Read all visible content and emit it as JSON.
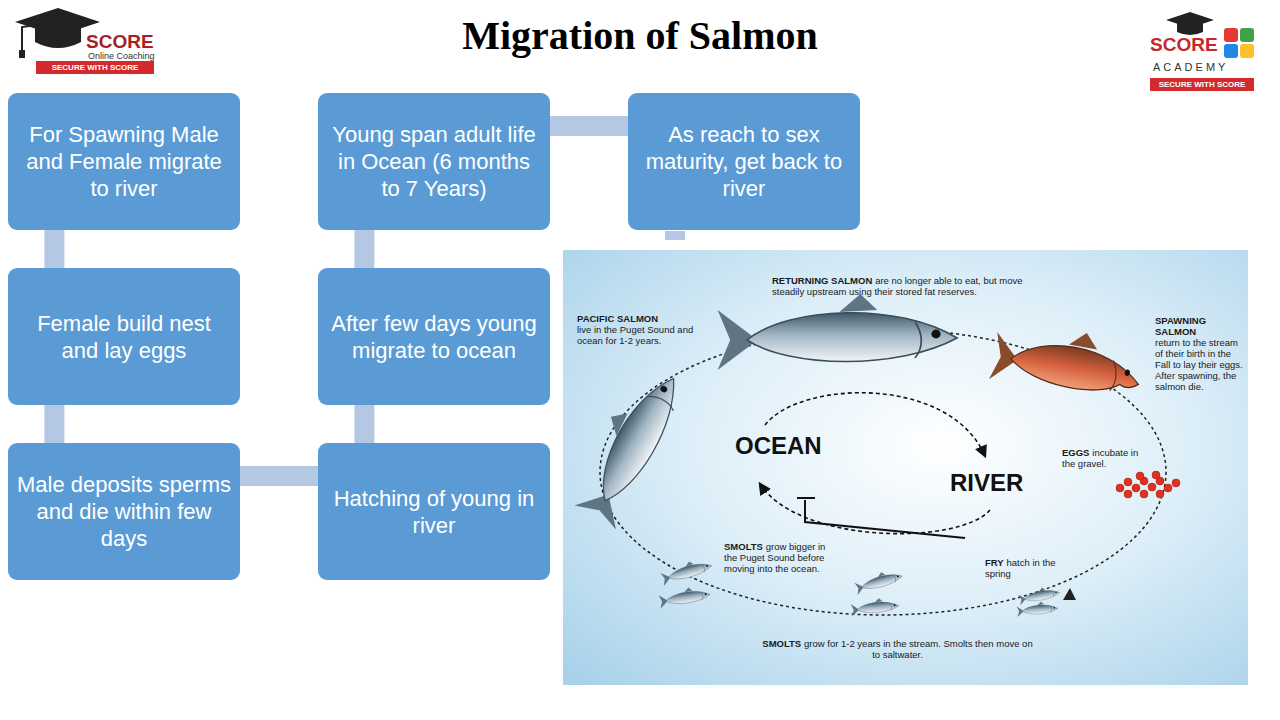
{
  "diagram": {
    "title": "Migration of Salmon",
    "nodes": [
      {
        "text": [
          "For Spawning Male and Female migrate to river"
        ]
      },
      {
        "text": [
          "Female build nest and lay eggs"
        ]
      },
      {
        "text": [
          "Male deposits sperms and die within few days"
        ]
      },
      {
        "text": [
          "Hatching of young in river"
        ]
      },
      {
        "text": [
          "After few days young migrate to ocean"
        ]
      },
      {
        "text": [
          "Young span adult life in Ocean (6 months to 7 Years)"
        ]
      },
      {
        "text": [
          "As reach to sex maturity, get back to river"
        ]
      }
    ],
    "edges": [
      {
        "from": 0,
        "to": 1,
        "arrow": "none"
      },
      {
        "from": 1,
        "to": 2,
        "arrow": "none"
      },
      {
        "from": 2,
        "to": 3,
        "arrow": "none"
      },
      {
        "from": 3,
        "to": 4,
        "arrow": "none"
      },
      {
        "from": 4,
        "to": 5,
        "arrow": "none"
      },
      {
        "from": 5,
        "to": 6,
        "arrow": "none"
      }
    ],
    "labels": [
      "SCORE",
      "Online Coaching",
      "SECURE WITH SCORE",
      "SCORE",
      "ACADEMY",
      "SECURE WITH SCORE",
      "RETURNING SALMON",
      "are no longer able to eat, but move steadily upstream using their stored fat reserves.",
      "PACIFIC SALMON",
      "live in the Puget Sound and ocean for 1-2 years.",
      "SPAWNING SALMON",
      "return to the stream of their birth in the Fall to lay their eggs. After spawning, the salmon die.",
      "OCEAN",
      "RIVER",
      "EGGS",
      "incubate in the gravel.",
      "SMOLTS",
      "grow bigger in the Puget Sound before moving into the ocean.",
      "FRY",
      "hatch in the spring",
      "SMOLTS",
      "grow for 1-2 years in the stream. Smolts then move on to saltwater."
    ]
  }
}
